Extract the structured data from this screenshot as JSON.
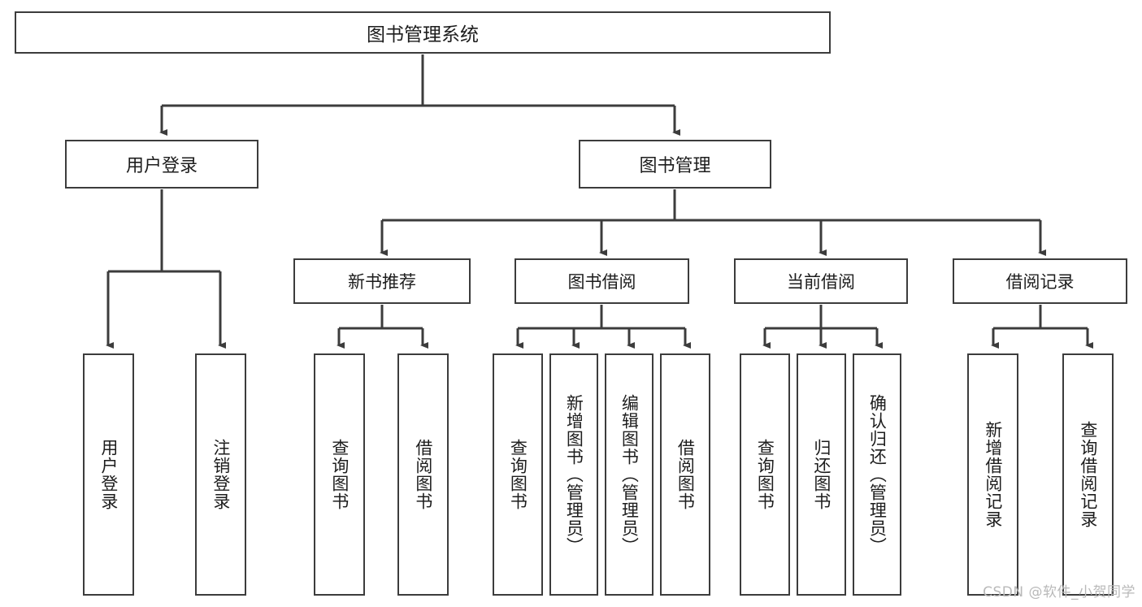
{
  "diagram": {
    "title": "图书管理系统",
    "watermark": "CSDN @软件_小贺同学",
    "colors": {
      "background": "#ffffff",
      "line": "#3c3c3c",
      "box_fill": "#ffffff",
      "text": "#1d1d1d",
      "watermark": "#b9b9b9"
    },
    "root": {
      "label": "图书管理系统"
    },
    "tier2": [
      {
        "label": "用户登录"
      },
      {
        "label": "图书管理"
      }
    ],
    "tier3": [
      {
        "label": "新书推荐"
      },
      {
        "label": "图书借阅"
      },
      {
        "label": "当前借阅"
      },
      {
        "label": "借阅记录"
      }
    ],
    "leaves": {
      "user_login": [
        {
          "label": "用户登录"
        },
        {
          "label": "注销登录"
        }
      ],
      "new_book": [
        {
          "label": "查询图书"
        },
        {
          "label": "借阅图书"
        }
      ],
      "book_borrow": [
        {
          "label": "查询图书"
        },
        {
          "label": "新增图书（管理员）"
        },
        {
          "label": "编辑图书（管理员）"
        },
        {
          "label": "借阅图书"
        }
      ],
      "current_borrow": [
        {
          "label": "查询图书"
        },
        {
          "label": "归还图书"
        },
        {
          "label": "确认归还（管理员）"
        }
      ],
      "borrow_record": [
        {
          "label": "新增借阅记录"
        },
        {
          "label": "查询借阅记录"
        }
      ]
    }
  }
}
